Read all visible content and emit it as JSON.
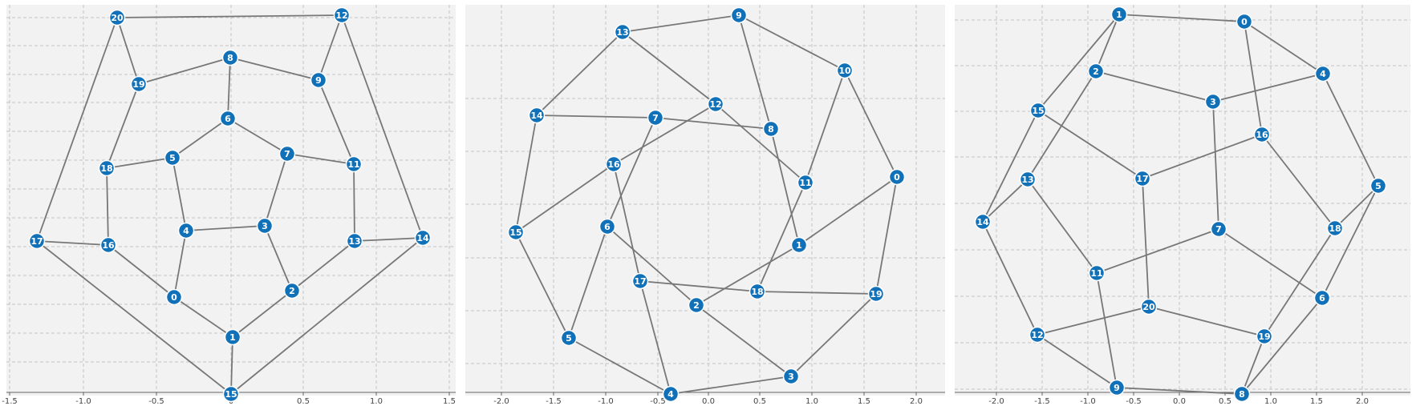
{
  "panels": [
    {
      "x_ticks": [
        "-1.5",
        "-1.0",
        "-0.5",
        "0",
        "0.5",
        "1.0",
        "1.5"
      ],
      "nodes": [
        {
          "id": "0"
        },
        {
          "id": "1"
        },
        {
          "id": "2"
        },
        {
          "id": "3"
        },
        {
          "id": "4"
        },
        {
          "id": "5"
        },
        {
          "id": "6"
        },
        {
          "id": "7"
        },
        {
          "id": "8"
        },
        {
          "id": "9"
        },
        {
          "id": "11"
        },
        {
          "id": "12"
        },
        {
          "id": "13"
        },
        {
          "id": "14"
        },
        {
          "id": "15"
        },
        {
          "id": "16"
        },
        {
          "id": "17"
        },
        {
          "id": "18"
        },
        {
          "id": "19"
        },
        {
          "id": "20"
        }
      ],
      "edges": [
        [
          "20",
          "12"
        ],
        [
          "20",
          "19"
        ],
        [
          "20",
          "17"
        ],
        [
          "12",
          "9"
        ],
        [
          "12",
          "14"
        ],
        [
          "19",
          "8"
        ],
        [
          "19",
          "18"
        ],
        [
          "8",
          "9"
        ],
        [
          "8",
          "6"
        ],
        [
          "9",
          "11"
        ],
        [
          "6",
          "5"
        ],
        [
          "6",
          "7"
        ],
        [
          "5",
          "18"
        ],
        [
          "5",
          "4"
        ],
        [
          "7",
          "11"
        ],
        [
          "7",
          "3"
        ],
        [
          "18",
          "16"
        ],
        [
          "11",
          "13"
        ],
        [
          "4",
          "3"
        ],
        [
          "4",
          "0"
        ],
        [
          "3",
          "2"
        ],
        [
          "17",
          "16"
        ],
        [
          "17",
          "15"
        ],
        [
          "16",
          "0"
        ],
        [
          "13",
          "14"
        ],
        [
          "13",
          "2"
        ],
        [
          "14",
          "15"
        ],
        [
          "0",
          "1"
        ],
        [
          "2",
          "1"
        ],
        [
          "1",
          "15"
        ]
      ]
    },
    {
      "x_ticks": [
        "-2.0",
        "-1.5",
        "-1.0",
        "-0.5",
        "0.0",
        "0.5",
        "1.0",
        "1.5",
        "2.0"
      ],
      "nodes": [
        {
          "id": "0"
        },
        {
          "id": "1"
        },
        {
          "id": "2"
        },
        {
          "id": "3"
        },
        {
          "id": "4"
        },
        {
          "id": "5"
        },
        {
          "id": "6"
        },
        {
          "id": "7"
        },
        {
          "id": "8"
        },
        {
          "id": "9"
        },
        {
          "id": "10"
        },
        {
          "id": "11"
        },
        {
          "id": "12"
        },
        {
          "id": "13"
        },
        {
          "id": "14"
        },
        {
          "id": "15"
        },
        {
          "id": "16"
        },
        {
          "id": "17"
        },
        {
          "id": "18"
        },
        {
          "id": "19"
        }
      ],
      "edges": [
        [
          "13",
          "9"
        ],
        [
          "13",
          "14"
        ],
        [
          "13",
          "12"
        ],
        [
          "9",
          "10"
        ],
        [
          "9",
          "8"
        ],
        [
          "14",
          "7"
        ],
        [
          "14",
          "15"
        ],
        [
          "7",
          "8"
        ],
        [
          "7",
          "6"
        ],
        [
          "12",
          "16"
        ],
        [
          "12",
          "11"
        ],
        [
          "8",
          "1"
        ],
        [
          "10",
          "11"
        ],
        [
          "10",
          "0"
        ],
        [
          "16",
          "15"
        ],
        [
          "16",
          "17"
        ],
        [
          "11",
          "18"
        ],
        [
          "0",
          "1"
        ],
        [
          "0",
          "19"
        ],
        [
          "1",
          "2"
        ],
        [
          "15",
          "5"
        ],
        [
          "6",
          "5"
        ],
        [
          "6",
          "2"
        ],
        [
          "17",
          "18"
        ],
        [
          "17",
          "4"
        ],
        [
          "18",
          "19"
        ],
        [
          "2",
          "3"
        ],
        [
          "19",
          "3"
        ],
        [
          "5",
          "4"
        ],
        [
          "4",
          "3"
        ]
      ]
    },
    {
      "x_ticks": [
        "-2.0",
        "-1.5",
        "-1.0",
        "-0.5",
        "0.0",
        "0.5",
        "1.0",
        "1.5",
        "2.0"
      ],
      "nodes": [
        {
          "id": "0"
        },
        {
          "id": "1"
        },
        {
          "id": "2"
        },
        {
          "id": "3"
        },
        {
          "id": "4"
        },
        {
          "id": "5"
        },
        {
          "id": "6"
        },
        {
          "id": "7"
        },
        {
          "id": "8"
        },
        {
          "id": "9"
        },
        {
          "id": "11"
        },
        {
          "id": "12"
        },
        {
          "id": "13"
        },
        {
          "id": "14"
        },
        {
          "id": "15"
        },
        {
          "id": "16"
        },
        {
          "id": "17"
        },
        {
          "id": "18"
        },
        {
          "id": "19"
        },
        {
          "id": "20"
        }
      ],
      "edges": [
        [
          "1",
          "0"
        ],
        [
          "1",
          "2"
        ],
        [
          "1",
          "15"
        ],
        [
          "0",
          "4"
        ],
        [
          "0",
          "16"
        ],
        [
          "2",
          "3"
        ],
        [
          "2",
          "13"
        ],
        [
          "4",
          "3"
        ],
        [
          "4",
          "5"
        ],
        [
          "3",
          "7"
        ],
        [
          "15",
          "14"
        ],
        [
          "15",
          "17"
        ],
        [
          "16",
          "17"
        ],
        [
          "16",
          "18"
        ],
        [
          "13",
          "14"
        ],
        [
          "13",
          "11"
        ],
        [
          "17",
          "20"
        ],
        [
          "7",
          "11"
        ],
        [
          "7",
          "6"
        ],
        [
          "5",
          "18"
        ],
        [
          "5",
          "6"
        ],
        [
          "14",
          "12"
        ],
        [
          "18",
          "19"
        ],
        [
          "11",
          "9"
        ],
        [
          "20",
          "12"
        ],
        [
          "20",
          "19"
        ],
        [
          "6",
          "8"
        ],
        [
          "12",
          "9"
        ],
        [
          "19",
          "8"
        ],
        [
          "9",
          "8"
        ]
      ]
    }
  ]
}
